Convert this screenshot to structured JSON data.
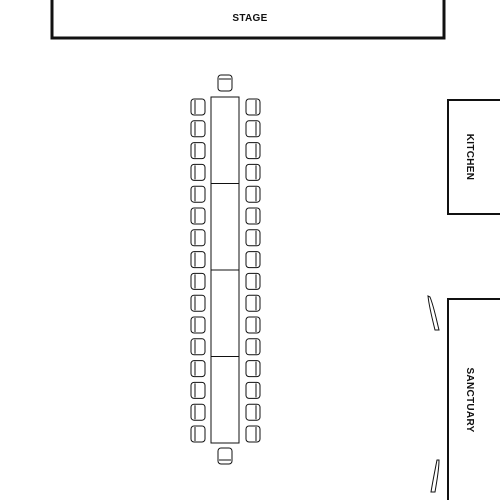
{
  "rooms": {
    "stage": "STAGE",
    "kitchen": "KITCHEN",
    "sanctuary": "SANCTUARY"
  },
  "layout": {
    "table_sections": 4,
    "chairs_per_side": 16,
    "head_chairs": 2,
    "doors": 2
  },
  "colors": {
    "line": "#111111",
    "background": "#ffffff"
  }
}
